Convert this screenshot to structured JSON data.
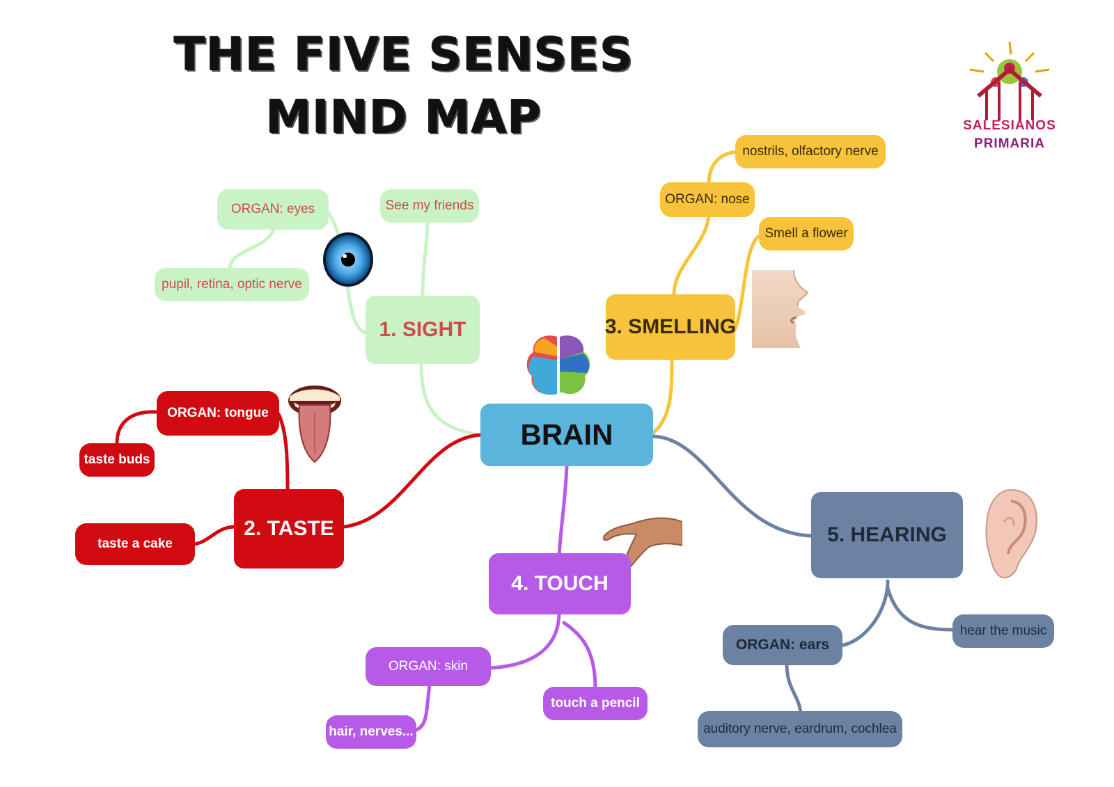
{
  "title": {
    "line1": "THE FIVE SENSES",
    "line2": "MIND MAP"
  },
  "logo": {
    "line1": "SALESIANOS",
    "line2": "PRIMARIA"
  },
  "center": {
    "label": "BRAIN",
    "color": "#5ab4db"
  },
  "senses": {
    "sight": {
      "label": "1. SIGHT",
      "color": "#c9f3c5",
      "text_color": "#cf4b4b",
      "organ": "ORGAN: eyes",
      "parts": "pupil, retina, optic nerve",
      "example": "See my friends"
    },
    "taste": {
      "label": "2. TASTE",
      "color": "#d10a12",
      "text_color": "#ffffff",
      "organ": "ORGAN: tongue",
      "parts": "taste buds",
      "example": "taste a cake"
    },
    "smell": {
      "label": "3. SMELLING",
      "color": "#f7c33a",
      "text_color": "#3a2a10",
      "organ": "ORGAN: nose",
      "parts": "nostrils, olfactory nerve",
      "example": "Smell a flower"
    },
    "touch": {
      "label": "4. TOUCH",
      "color": "#b85ae8",
      "text_color": "#ffffff",
      "organ": "ORGAN: skin",
      "parts": "hair, nerves...",
      "example": "touch a pencil"
    },
    "hearing": {
      "label": "5. HEARING",
      "color": "#6c82a3",
      "text_color": "#1e2a3a",
      "organ": "ORGAN: ears",
      "parts": "auditory nerve, eardrum, cochlea",
      "example": "hear the music"
    }
  },
  "icons": [
    "brain-icon",
    "eye-icon",
    "nose-icon",
    "tongue-icon",
    "hand-icon",
    "ear-icon"
  ]
}
